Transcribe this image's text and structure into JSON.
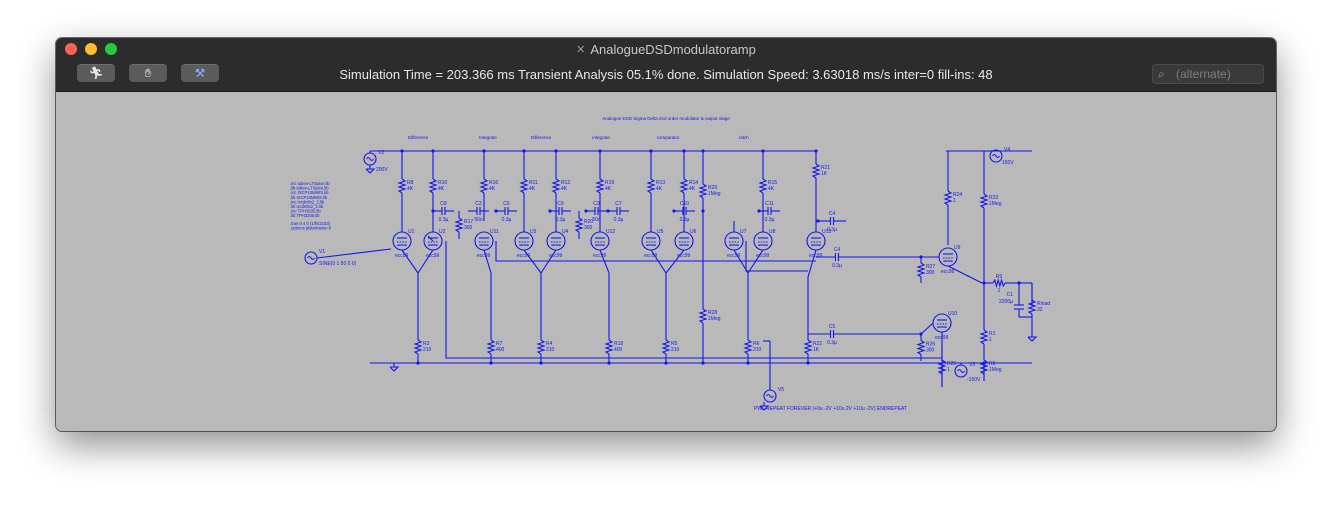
{
  "window": {
    "title": "AnalogueDSDmodulatoramp"
  },
  "toolbar": {
    "buttons": [
      {
        "name": "run-button",
        "icon": "run-icon"
      },
      {
        "name": "halt-button",
        "icon": "hand-icon"
      },
      {
        "name": "probe-button",
        "icon": "hammer-icon"
      }
    ],
    "status": "Simulation Time = 203.366 ms  Transient Analysis 05.1% done. Simulation Speed: 3.63018 ms/s inter=0 fill-ins: 48",
    "search_placeholder": "(alternate)"
  },
  "schematic": {
    "title": "Analogue DSD Sigma Delta 2nd order modulator & output stage",
    "section_labels": [
      "Difference",
      "Integrate",
      "Difference",
      "integrate",
      "comparator",
      "latch"
    ],
    "directives": [
      ".inc tubes-LTSpice.lib",
      ".lib tubes-LTSpice.lib",
      ".inc IXCP10M90S.lib",
      ".lib IXCP10M90S.lib",
      ".inc ixcdn8x2_2.lib",
      ".lib ixcdn8x2_2.lib",
      ".inc TPH3205.lib",
      ".lib TPH3205.lib",
      ".tran 0 4 0 {1/fs/2153}",
      ".options plotwinsize=0"
    ],
    "sources": {
      "v1": "V1",
      "v1_value": "SINE(0 1 50 0 0)",
      "v2": "V2",
      "v2_value": "200V",
      "v3": "V3",
      "v3_value": "-150V",
      "v4": "V4",
      "v4_value": "150V",
      "v5": "V5",
      "v5_value": "PWL REPEAT FOREVER (+0u -2V +10u 2V +10u -2V) ENDREPEAT"
    },
    "tube_model": "ecc99",
    "tubes": [
      "U1",
      "U2",
      "U11",
      "U3",
      "U4",
      "U12",
      "U5",
      "U6",
      "U7",
      "U8",
      "U13"
    ],
    "top_resistors": [
      {
        "name": "R8",
        "value": "4K"
      },
      {
        "name": "R10",
        "value": "4K"
      },
      {
        "name": "R16",
        "value": "4K"
      },
      {
        "name": "R11",
        "value": "4K"
      },
      {
        "name": "R12",
        "value": "4K"
      },
      {
        "name": "R19",
        "value": "4K"
      },
      {
        "name": "R13",
        "value": "4K"
      },
      {
        "name": "R14",
        "value": "4K"
      },
      {
        "name": "R15",
        "value": "4K"
      },
      {
        "name": "R21",
        "value": "1K"
      }
    ],
    "bottom_resistors": [
      {
        "name": "R3",
        "value": "210"
      },
      {
        "name": "R7",
        "value": "400"
      },
      {
        "name": "R4",
        "value": "210"
      },
      {
        "name": "R18",
        "value": "400"
      },
      {
        "name": "R5",
        "value": "210"
      },
      {
        "name": "R6",
        "value": "210"
      },
      {
        "name": "R22",
        "value": "1K"
      }
    ],
    "caps": [
      {
        "name": "C8",
        "value": "0.3µ"
      },
      {
        "name": "C2",
        "value": "50n"
      },
      {
        "name": "C6",
        "value": "0.3µ"
      },
      {
        "name": "C9",
        "value": "0.3µ"
      },
      {
        "name": "C3",
        "value": "50n"
      },
      {
        "name": "C7",
        "value": "0.3µ"
      },
      {
        "name": "C10",
        "value": "0.3µ"
      },
      {
        "name": "C11",
        "value": "0.3µ"
      },
      {
        "name": "C4",
        "value": "0.3µ"
      },
      {
        "name": "C5",
        "value": "0.3µ"
      },
      {
        "name": "C1",
        "value": "2200µ"
      }
    ],
    "misc_resistors": [
      {
        "name": "R17",
        "value": "300"
      },
      {
        "name": "R20",
        "value": "300"
      },
      {
        "name": "R29",
        "value": "1Meg"
      },
      {
        "name": "R28",
        "value": "1Meg"
      },
      {
        "name": "R27",
        "value": "300"
      },
      {
        "name": "R26",
        "value": "300"
      },
      {
        "name": "R24",
        "value": "1"
      },
      {
        "name": "R23",
        "value": "1Meg"
      },
      {
        "name": "R1",
        "value": "1"
      },
      {
        "name": "R2",
        "value": "1Meg"
      },
      {
        "name": "R25",
        "value": "1"
      },
      {
        "name": "R9",
        "value": "1"
      }
    ],
    "output_tubes": [
      {
        "name": "U9",
        "model": "ecc99"
      },
      {
        "name": "U10",
        "model": "ecc99"
      }
    ],
    "load": {
      "name": "Rload",
      "value": "32"
    }
  },
  "colors": {
    "wire": "#1515ee",
    "canvas_bg": "#b9b9b9",
    "chrome": "#2c2c2c"
  }
}
